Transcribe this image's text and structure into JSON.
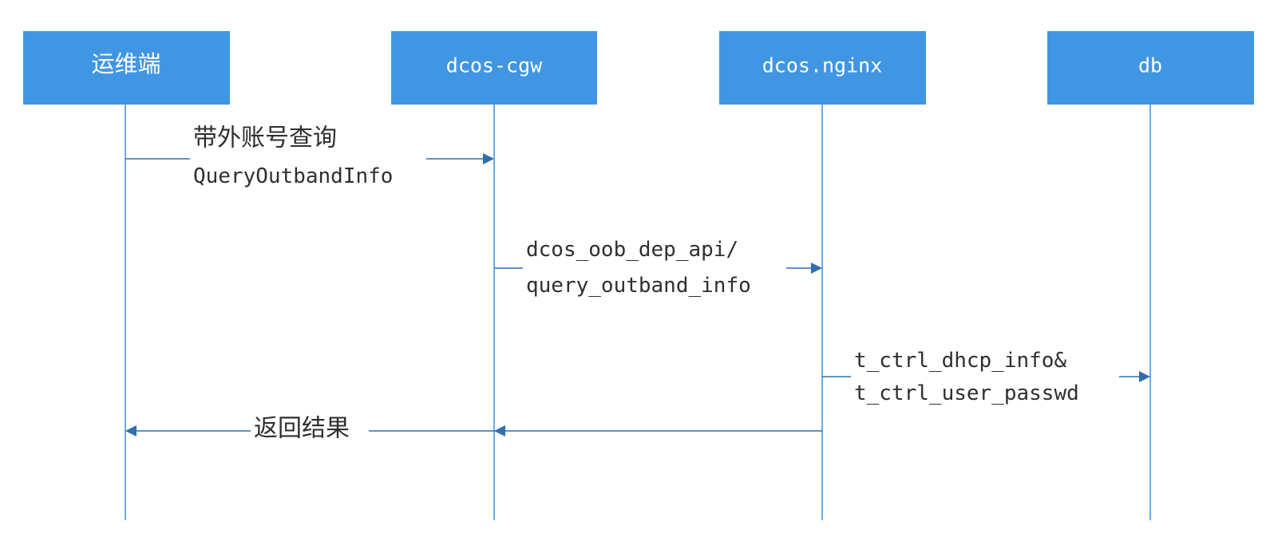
{
  "participants": [
    {
      "id": "ops",
      "label": "运维端"
    },
    {
      "id": "cgw",
      "label": "dcos-cgw"
    },
    {
      "id": "nginx",
      "label": "dcos.nginx"
    },
    {
      "id": "db",
      "label": "db"
    }
  ],
  "messages": [
    {
      "id": "m1",
      "from": "ops",
      "to": "cgw",
      "lines": [
        "带外账号查询",
        "QueryOutbandInfo"
      ]
    },
    {
      "id": "m2",
      "from": "cgw",
      "to": "nginx",
      "lines": [
        "dcos_oob_dep_api/",
        "query_outband_info"
      ]
    },
    {
      "id": "m3",
      "from": "nginx",
      "to": "db",
      "lines": [
        "t_ctrl_dhcp_info&",
        "t_ctrl_user_passwd"
      ]
    },
    {
      "id": "m4",
      "from": "nginx",
      "to": "ops",
      "lines": [
        "返回结果"
      ]
    }
  ],
  "colors": {
    "participant_fill": "#4196E3",
    "lifeline": "#3D8FD9",
    "arrow": "#2F6FAF",
    "text": "#2f2f2f"
  }
}
